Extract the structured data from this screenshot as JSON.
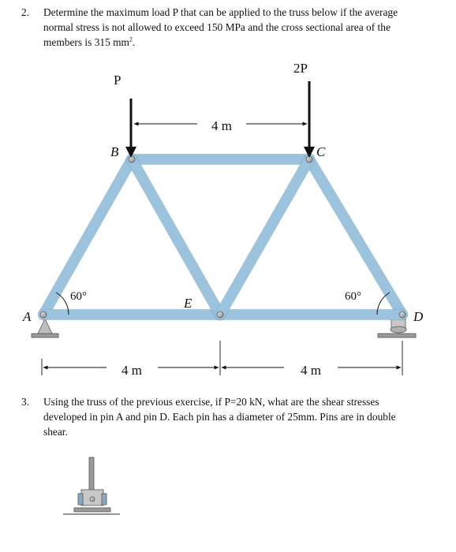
{
  "problem2": {
    "number": "2.",
    "line1": "Determine the maximum load P that can be applied to the truss below if the average",
    "line2": "normal stress is not allowed to exceed 150 MPa and the cross sectional area of the",
    "line3_main": "members is 315 mm",
    "line3_sup": "2",
    "line3_end": "."
  },
  "figure": {
    "load_left": "P",
    "load_right": "2P",
    "top_dimension": "4 m",
    "bottom_dimension_left": "4 m",
    "bottom_dimension_right": "4 m",
    "joint_a": "A",
    "joint_b": "B",
    "joint_c": "C",
    "joint_d": "D",
    "joint_e": "E",
    "angle_left": "60°",
    "angle_right": "60°",
    "member_color": "#9cc3dd",
    "member_stroke": "#4f7fa2"
  },
  "problem3": {
    "number": "3.",
    "line1": "Using the truss of the previous exercise, if P=20 kN, what are the shear stresses",
    "line2": "developed in pin A and pin D. Each pin has a diameter of 25mm. Pins are in double",
    "line3": "shear."
  }
}
